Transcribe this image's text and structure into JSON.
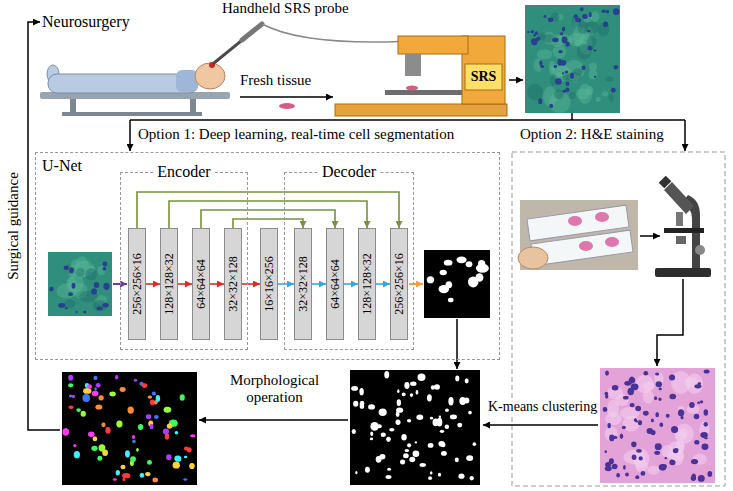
{
  "diagram": {
    "nodes": [
      {
        "text": [
          "U-Net"
        ]
      },
      {
        "text": [
          "Encoder"
        ],
        "in": 0
      },
      {
        "text": [
          "256×256×16"
        ],
        "in": 1
      },
      {
        "text": [
          "128×128×32"
        ],
        "in": 1
      },
      {
        "text": [
          "64×64×64"
        ],
        "in": 1
      },
      {
        "text": [
          "32×32×128"
        ],
        "in": 1
      },
      {
        "text": [
          "16×16×256"
        ],
        "in": 0
      },
      {
        "text": [
          "Decoder"
        ],
        "in": 0
      },
      {
        "text": [
          "32×32×128"
        ],
        "in": 7
      },
      {
        "text": [
          "64×64×64"
        ],
        "in": 7
      },
      {
        "text": [
          "128×128×32"
        ],
        "in": 7
      },
      {
        "text": [
          "256×256×16"
        ],
        "in": 7
      }
    ],
    "edges": [
      {
        "from": 2,
        "to": 3,
        "arrow": "to"
      },
      {
        "from": 3,
        "to": 4,
        "arrow": "to"
      },
      {
        "from": 4,
        "to": 5,
        "arrow": "to"
      },
      {
        "from": 5,
        "to": 6,
        "arrow": "to"
      },
      {
        "from": 6,
        "to": 8,
        "arrow": "to"
      },
      {
        "from": 8,
        "to": 9,
        "arrow": "to"
      },
      {
        "from": 9,
        "to": 10,
        "arrow": "to"
      },
      {
        "from": 10,
        "to": 11,
        "arrow": "to"
      },
      {
        "from": 2,
        "to": 11,
        "arrow": "to"
      },
      {
        "from": 3,
        "to": 10,
        "arrow": "to"
      },
      {
        "from": 4,
        "to": 9,
        "arrow": "to"
      },
      {
        "from": 5,
        "to": 8,
        "arrow": "to"
      }
    ],
    "labels": [
      "Neurosurgery",
      "Handheld SRS probe",
      "Fresh tissue",
      "SRS",
      "Option 1: Deep learning, real-time cell segmentation",
      "Option 2: H&E staining",
      "Morphological operation",
      "K-means clustering",
      "Surgical guidance"
    ]
  }
}
